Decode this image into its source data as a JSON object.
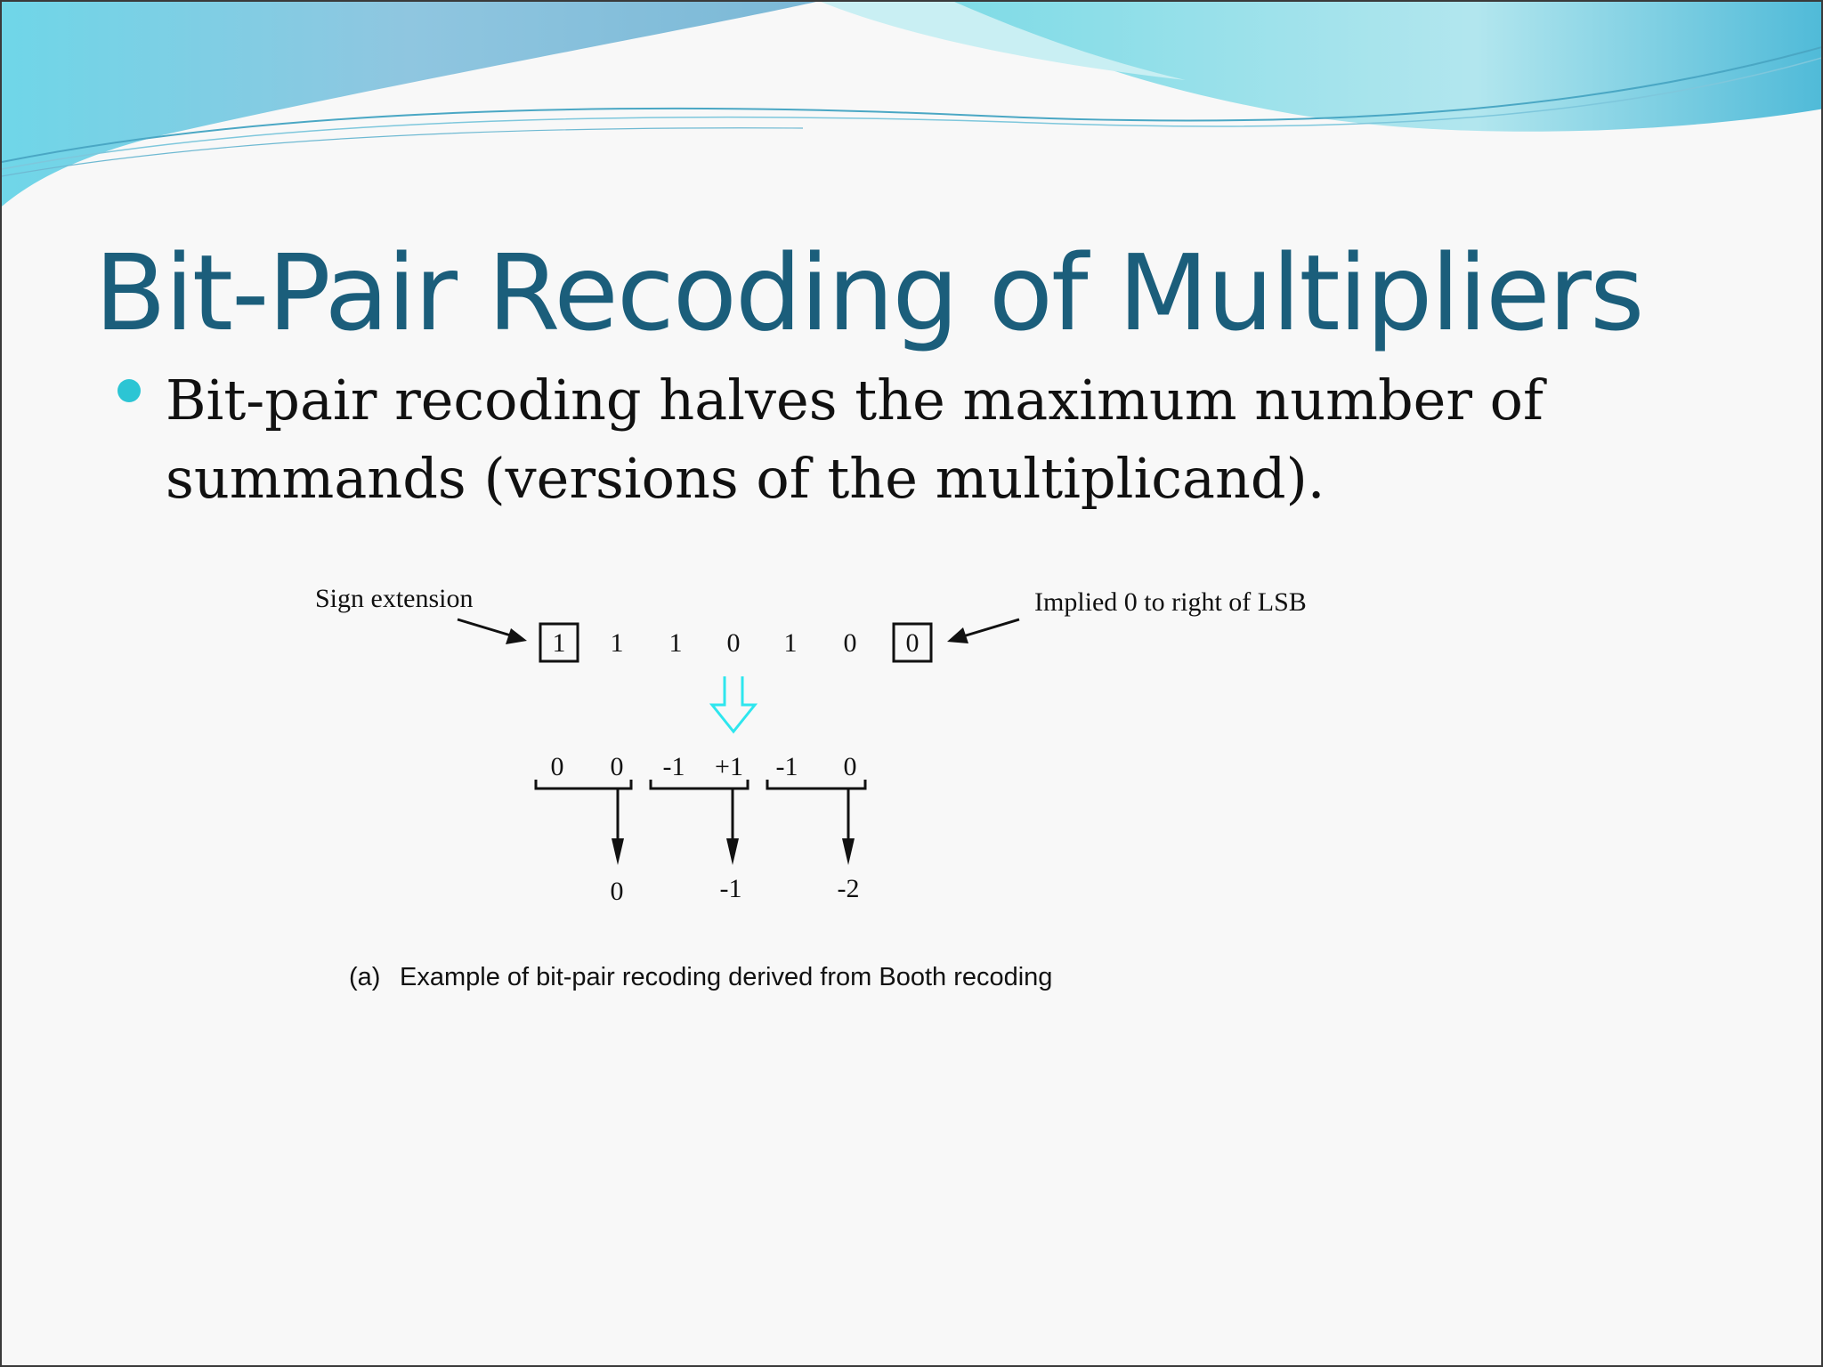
{
  "slide": {
    "title": "Bit-Pair Recoding of Multipliers",
    "bullet": "Bit-pair recoding halves the maximum number of summands (versions of the multiplicand).",
    "colors": {
      "title": "#1b5e7b",
      "bullet_dot": "#2cc5d4",
      "recode_arrow": "#2ee6ee",
      "wave_light": "#a8e4ec",
      "wave_dark": "#4ab8d8"
    }
  },
  "figure": {
    "sign_extension_label": "Sign extension",
    "implied_zero_label": "Implied 0 to right of LSB",
    "multiplier_bits": [
      "1",
      "1",
      "1",
      "0",
      "1",
      "0",
      "0"
    ],
    "booth_digits": [
      "0",
      "0",
      "-1",
      "+1",
      "-1",
      "0"
    ],
    "bit_pair_digits": [
      "0",
      "-1",
      "-2"
    ],
    "caption_tag": "(a)",
    "caption": "Example of bit-pair recoding derived from Booth recoding"
  }
}
